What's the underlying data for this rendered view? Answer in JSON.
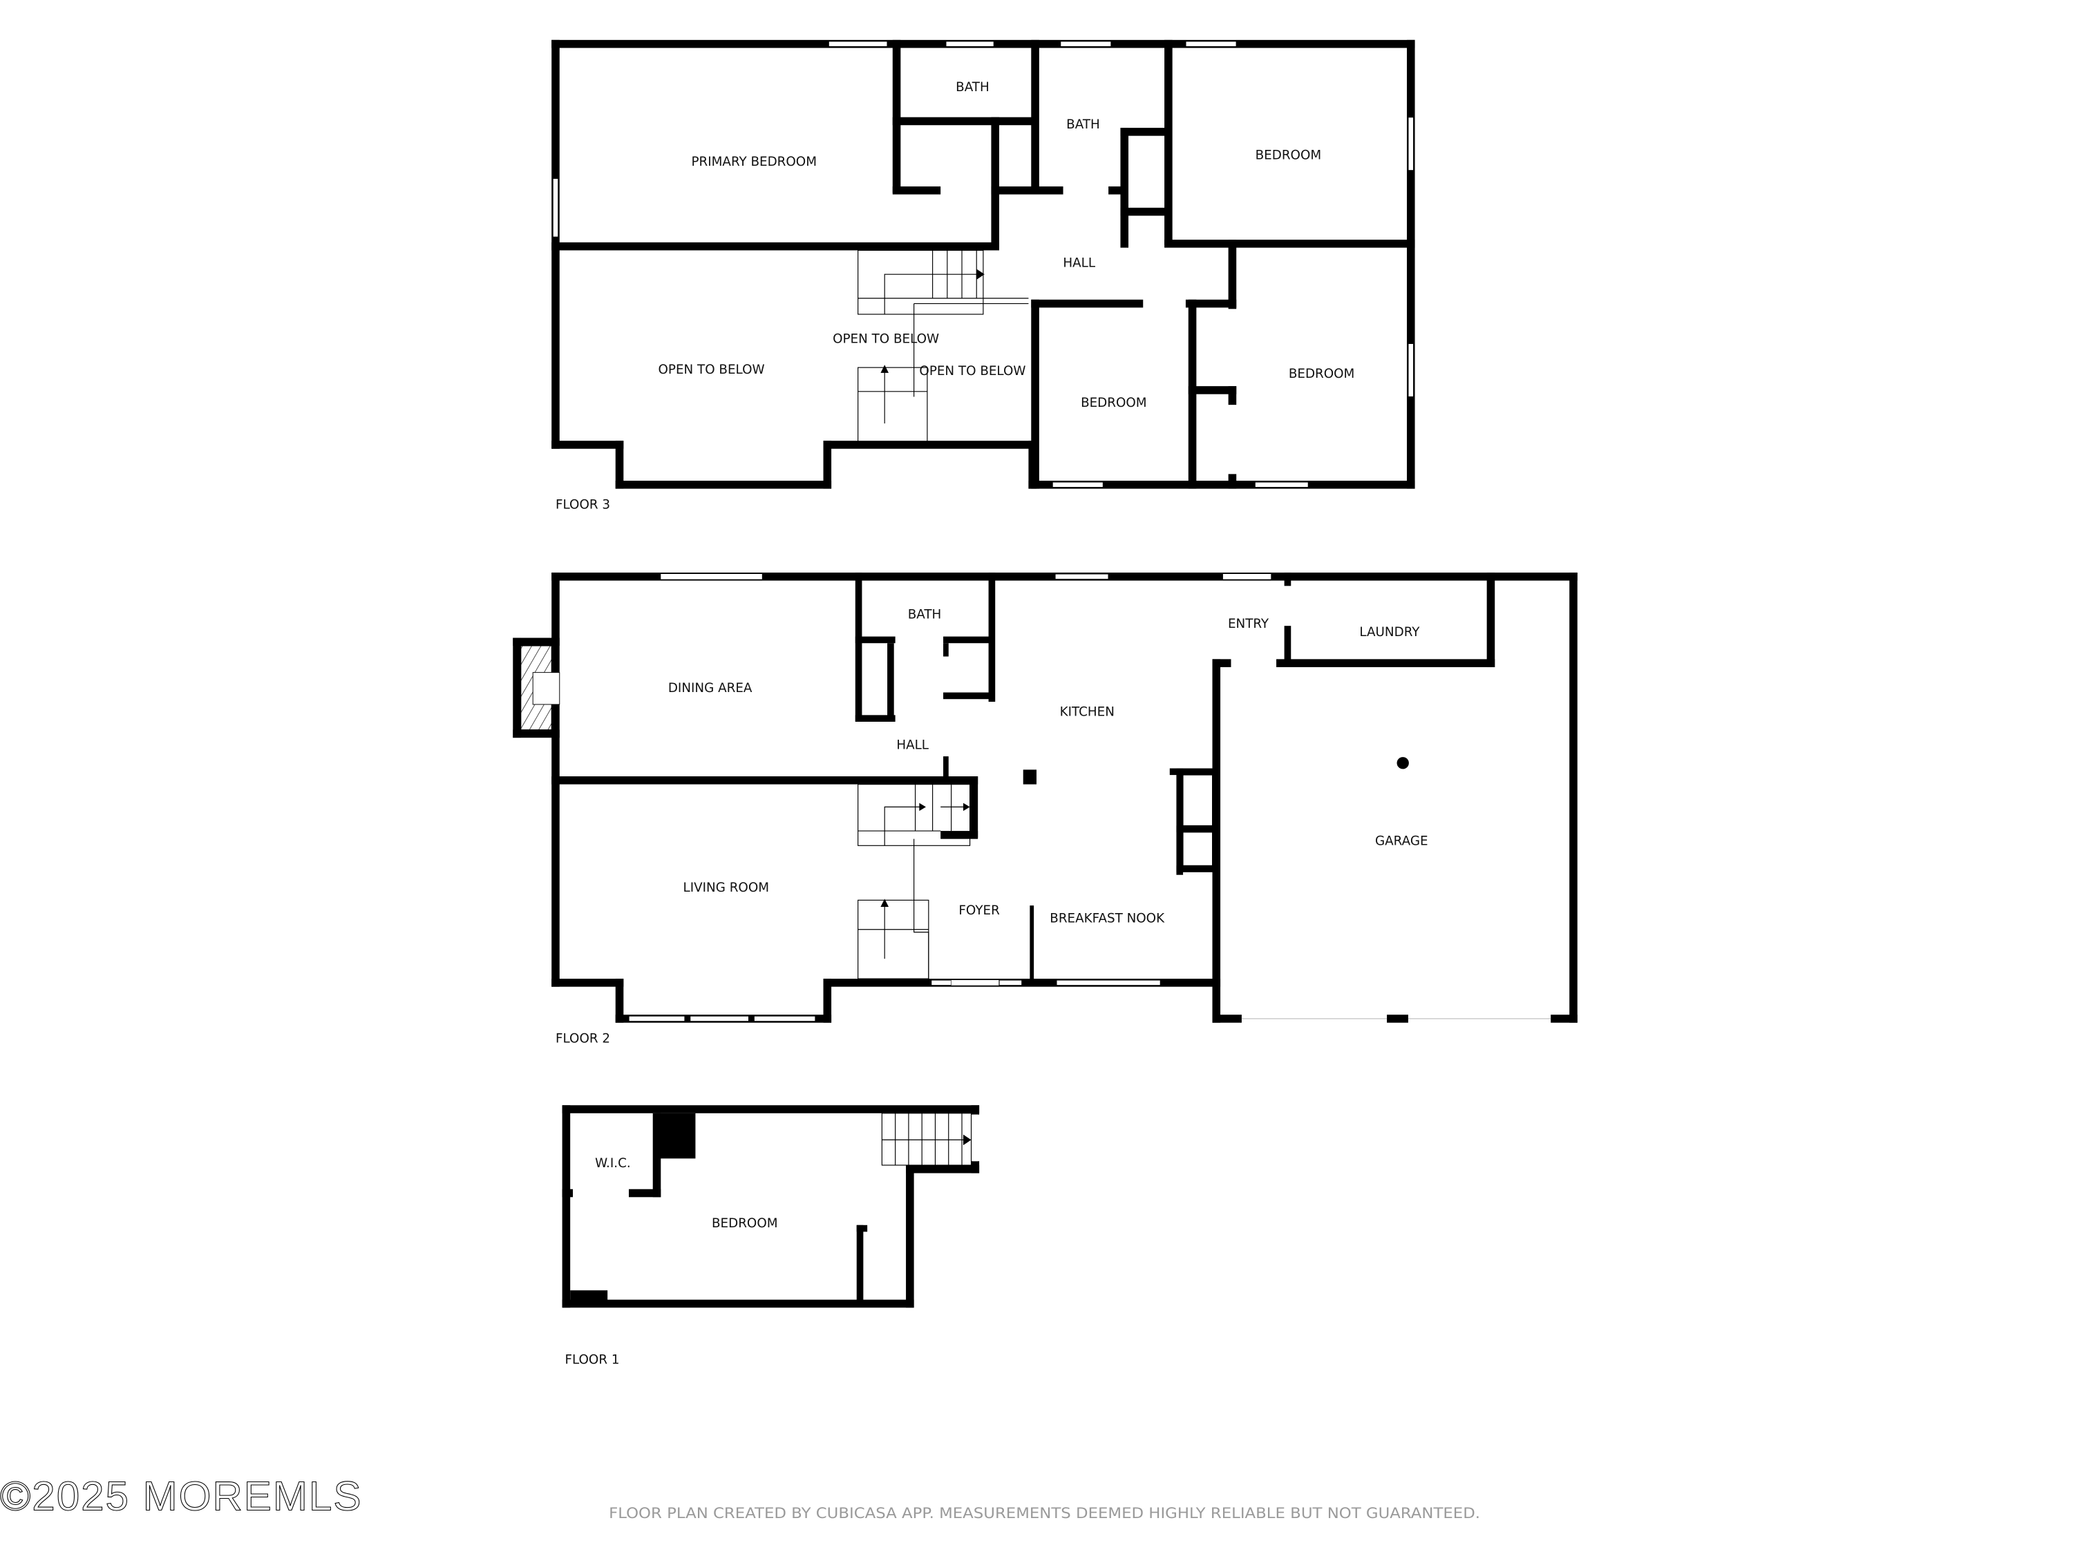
{
  "floors": {
    "floor3": {
      "label": "FLOOR 3",
      "rooms": {
        "primary_bedroom": "PRIMARY BEDROOM",
        "bath_1": "BATH",
        "bath_2": "BATH",
        "bedroom_ne": "BEDROOM",
        "hall": "HALL",
        "open_left": "OPEN TO BELOW",
        "open_center": "OPEN TO BELOW",
        "open_right": "OPEN TO BELOW",
        "bedroom_s": "BEDROOM",
        "bedroom_se": "BEDROOM"
      }
    },
    "floor2": {
      "label": "FLOOR 2",
      "rooms": {
        "dining_area": "DINING AREA",
        "bath": "BATH",
        "hall": "HALL",
        "kitchen": "KITCHEN",
        "entry": "ENTRY",
        "laundry": "LAUNDRY",
        "garage": "GARAGE",
        "living_room": "LIVING ROOM",
        "foyer": "FOYER",
        "breakfast_nook": "BREAKFAST NOOK"
      }
    },
    "floor1": {
      "label": "FLOOR 1",
      "rooms": {
        "wic": "W.I.C.",
        "bedroom": "BEDROOM"
      }
    }
  },
  "footer": {
    "watermark": "©2025 MOREMLS",
    "disclaimer": "FLOOR PLAN CREATED BY CUBICASA APP. MEASUREMENTS DEEMED HIGHLY RELIABLE BUT NOT GUARANTEED."
  },
  "colors": {
    "wall": "#000000",
    "background": "#ffffff",
    "disclaimer_text": "#9a9a9a"
  }
}
